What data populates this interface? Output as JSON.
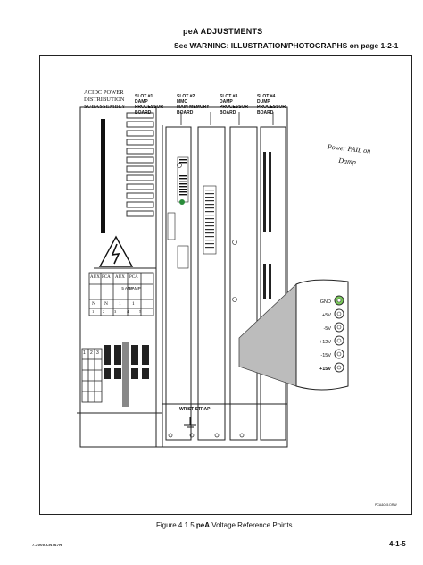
{
  "header": {
    "title": "peA ADJUSTMENTS",
    "warning": "See WARNING: ILLUSTRATION/PHOTOGRAPHS on page 1-2-1"
  },
  "figure": {
    "power_label": [
      "ACIDC POWER",
      "DISTRIBUTION",
      "SUBASSEMBLY"
    ],
    "slots": [
      {
        "lines": [
          "SLOT #1",
          "DAMP",
          "PROCESSOR",
          "BOARD"
        ]
      },
      {
        "lines": [
          "SLOT #2",
          "MMC",
          "MAIN MEMORY",
          "BOARD"
        ]
      },
      {
        "lines": [
          "SLOT #3",
          "DAMP",
          "PROCESSOR",
          "BOARD"
        ]
      },
      {
        "lines": [
          "SLOT #4",
          "DUMP",
          "PROCESSOR",
          "BOARD"
        ]
      }
    ],
    "handwritten_note": [
      "Power FAIL on",
      "Damp"
    ],
    "breaker_table": {
      "headers": [
        "AUX",
        "PCA",
        "AUX",
        "PCA"
      ],
      "amps": [
        "5 AMP",
        "5 AMP"
      ],
      "states": [
        "N",
        "N",
        "1",
        "1"
      ],
      "numbers": [
        "1",
        "2",
        "3",
        "4",
        "5"
      ]
    },
    "fuse_block_numbers": [
      "1",
      "2",
      "3"
    ],
    "wrist_strap": "WRIST STRAP",
    "test_points": [
      "GND",
      "+5V",
      "-5V",
      "+12V",
      "-15V",
      "+15V"
    ],
    "drawing_id": "PCA&045.DRW"
  },
  "caption": {
    "prefix": "Figure 4.1.5 ",
    "bold": "peA",
    "suffix": " Voltage Reference Points"
  },
  "footer": {
    "doc_number": "7-2000-CN7S7R",
    "page": "4-1-5"
  }
}
